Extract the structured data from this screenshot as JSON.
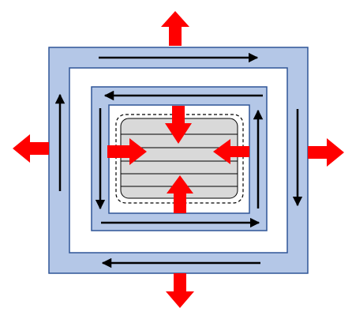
{
  "colors": {
    "background": "#ffffff",
    "frame_fill": "#b4c7e7",
    "frame_stroke": "#2f5597",
    "gap_fill": "#ffffff",
    "core_fill": "#d9d9d9",
    "core_lines": "#000000",
    "dashed_outline": "#000000",
    "flow_arrow": "#000000",
    "red_arrow": "#ff0000"
  },
  "icons": {
    "outward_arrow": "red-outward-arrow-icon",
    "inward_arrow": "red-inward-arrow-icon",
    "flow_arrow": "black-flow-arrow-icon"
  },
  "diagram": {
    "outer_frame": {
      "label": ""
    },
    "inner_frame": {
      "label": ""
    },
    "core": {
      "label": "",
      "stripe_count": 6
    },
    "outer_flow_directions": [
      "right",
      "down",
      "left",
      "up"
    ],
    "inner_flow_directions": [
      "left",
      "down",
      "right",
      "up"
    ],
    "outward_arrow_directions": [
      "up",
      "right",
      "down",
      "left"
    ],
    "inward_arrow_directions": [
      "down",
      "left",
      "up",
      "right"
    ]
  }
}
